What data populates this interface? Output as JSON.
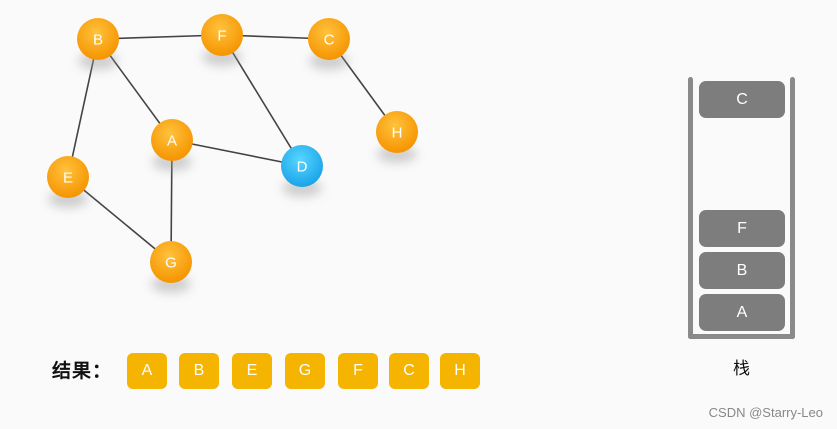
{
  "graph": {
    "nodes": [
      {
        "id": "B",
        "state": "visited"
      },
      {
        "id": "F",
        "state": "visited"
      },
      {
        "id": "C",
        "state": "visited"
      },
      {
        "id": "A",
        "state": "visited"
      },
      {
        "id": "E",
        "state": "visited"
      },
      {
        "id": "G",
        "state": "visited"
      },
      {
        "id": "H",
        "state": "visited"
      },
      {
        "id": "D",
        "state": "current"
      }
    ],
    "edges": [
      [
        "B",
        "F"
      ],
      [
        "F",
        "C"
      ],
      [
        "B",
        "A"
      ],
      [
        "B",
        "E"
      ],
      [
        "F",
        "D"
      ],
      [
        "A",
        "D"
      ],
      [
        "A",
        "G"
      ],
      [
        "E",
        "G"
      ],
      [
        "C",
        "H"
      ]
    ],
    "colors": {
      "visited": "#f7a515",
      "current": "#2bb8f0",
      "edge": "#444444"
    }
  },
  "result": {
    "label": "结果：",
    "items": [
      "A",
      "B",
      "E",
      "G",
      "F",
      "C",
      "H"
    ]
  },
  "stack": {
    "caption": "栈",
    "items_bottom_to_top": [
      "A",
      "B",
      "F"
    ],
    "floating_top": "C"
  },
  "watermark": "CSDN @Starry-Leo"
}
